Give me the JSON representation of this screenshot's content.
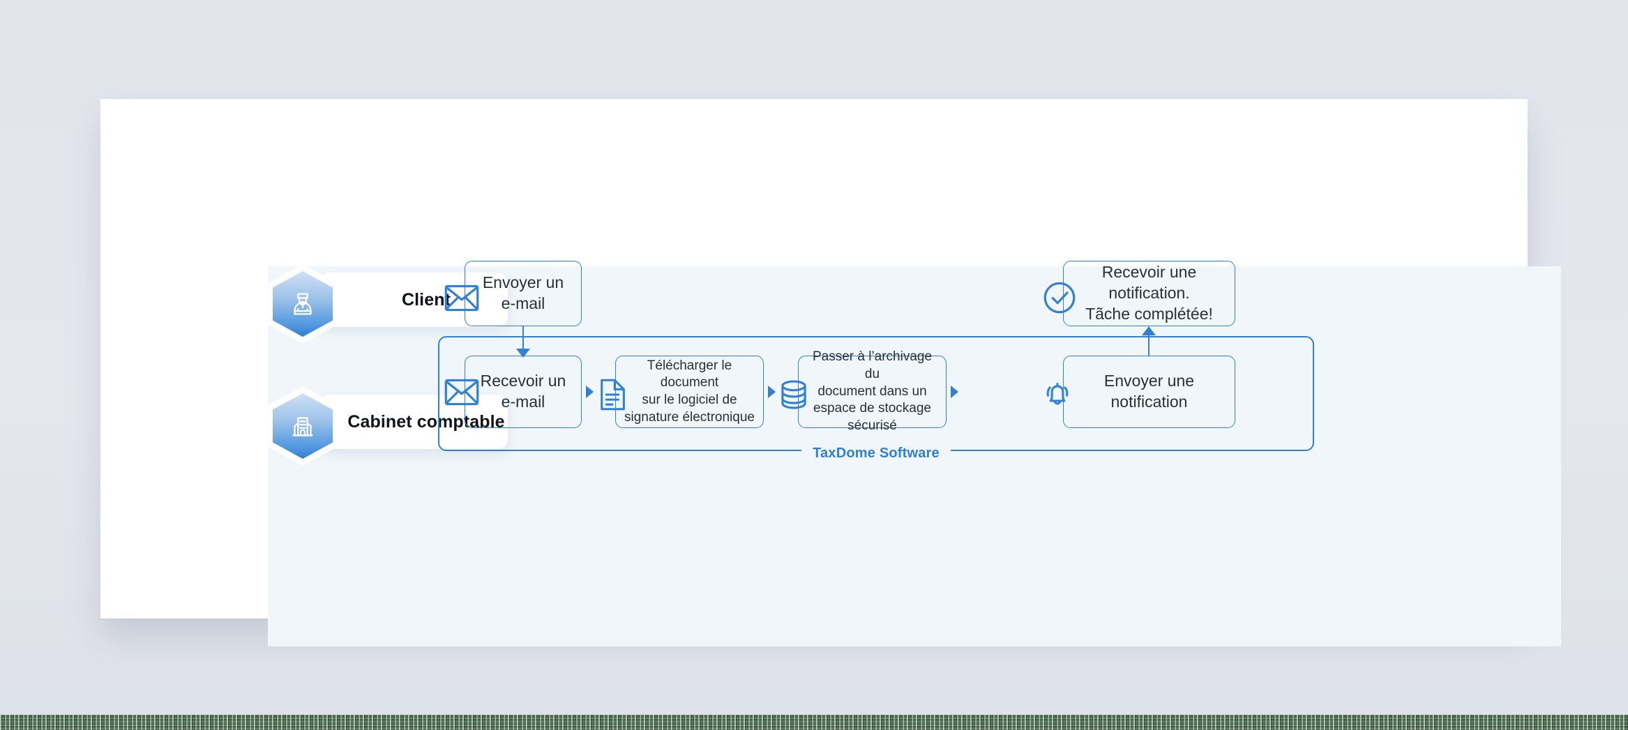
{
  "colors": {
    "page_background": "#e3e6ec",
    "card_background": "#ffffff",
    "panel_background": "#f1f6fa",
    "accent_blue": "#2f80d8",
    "label_blue": "#2f7fd8",
    "text_dark": "#2b2f36",
    "bottom_strip_green": "#4c7050"
  },
  "diagram": {
    "type": "flowchart",
    "language": "fr",
    "roles": [
      {
        "label": "Client",
        "icon": "person-icon"
      },
      {
        "label": "Cabinet comptable",
        "icon": "office-building-icon"
      }
    ],
    "container": {
      "label": "TaxDome Software"
    },
    "client_steps": [
      {
        "id": "send-email",
        "text": "Envoyer un\ne-mail",
        "icon": "envelope-icon"
      },
      {
        "id": "receive-notification",
        "text": "Recevoir une\nnotification.\nTãche complétée!",
        "icon": "check-circle-icon"
      }
    ],
    "firm_steps": [
      {
        "id": "receive-email",
        "text": "Recevoir un\ne-mail",
        "icon": "envelope-icon"
      },
      {
        "id": "upload-document",
        "text": "Télécharger le document\nsur le logiciel de\nsignature électronique",
        "icon": "document-icon"
      },
      {
        "id": "archive-document",
        "text": "Passer à l’archivage du\ndocument dans un\nespace de stockage sécurisé",
        "icon": "database-icon"
      },
      {
        "id": "send-notification",
        "text": "Envoyer une\nnotification",
        "icon": "bell-icon"
      }
    ],
    "connectors": [
      {
        "id": "client-to-firm",
        "direction": "down"
      },
      {
        "id": "firm-receive-to-upload",
        "direction": "right"
      },
      {
        "id": "firm-upload-to-archive",
        "direction": "right"
      },
      {
        "id": "firm-archive-to-notify",
        "direction": "right"
      },
      {
        "id": "firm-notify-to-client",
        "direction": "up"
      }
    ]
  }
}
